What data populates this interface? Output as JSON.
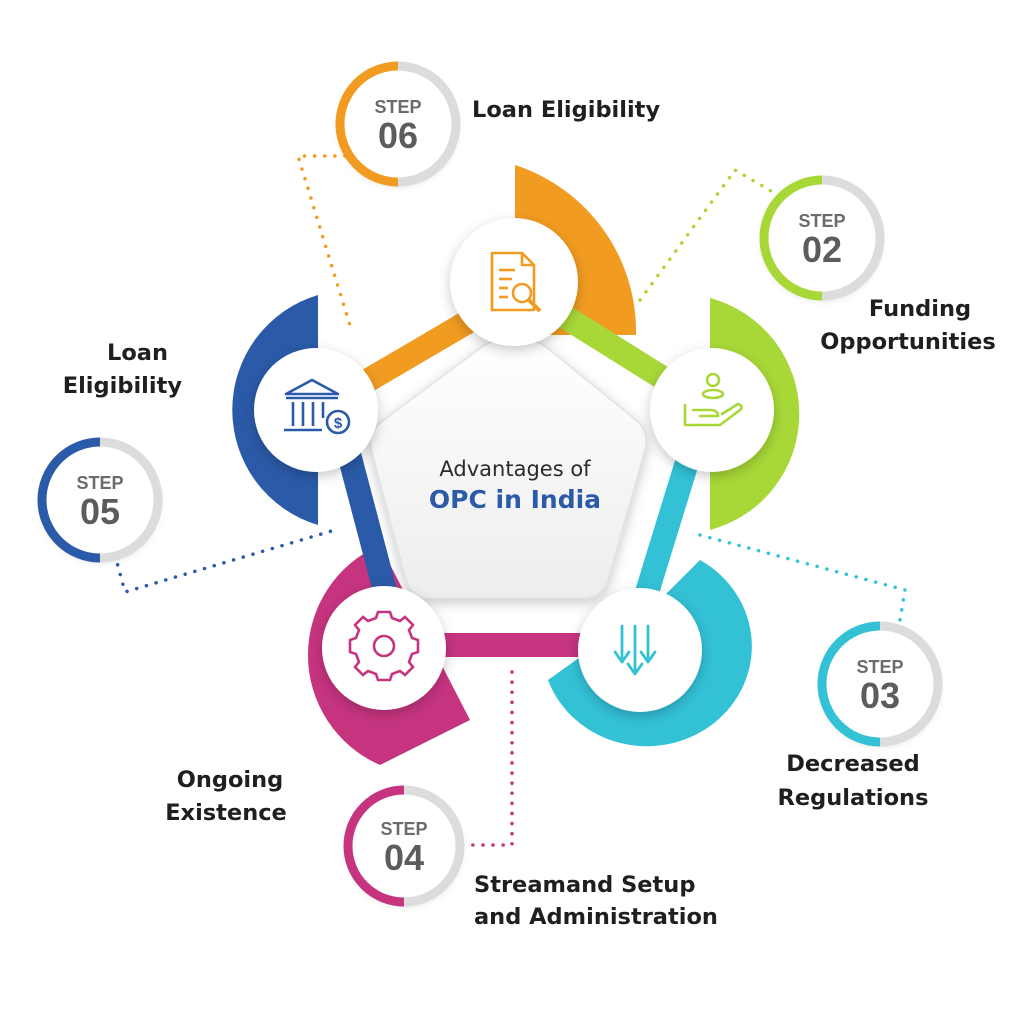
{
  "center": {
    "line1": "Advantages of",
    "line2": "OPC in India"
  },
  "colors": {
    "orange": "#f29b21",
    "lime": "#a8d838",
    "cyan": "#33c1d6",
    "magenta": "#c6347f",
    "blue": "#2a5aa8",
    "center_title": "#2a5aa8"
  },
  "steps": [
    {
      "word": "STEP",
      "number": "02",
      "color": "lime"
    },
    {
      "word": "STEP",
      "number": "03",
      "color": "cyan"
    },
    {
      "word": "STEP",
      "number": "04",
      "color": "magenta"
    },
    {
      "word": "STEP",
      "number": "05",
      "color": "blue"
    },
    {
      "word": "STEP",
      "number": "06",
      "color": "orange"
    }
  ],
  "labels": {
    "step06": [
      "Loan Eligibility"
    ],
    "step02": [
      "Funding",
      "Opportunities"
    ],
    "step03": [
      "Decreased",
      "Regulations"
    ],
    "step04": [
      "Streamand Setup",
      "and Administration"
    ],
    "step05": [
      "Loan",
      "Eligibility"
    ],
    "step_ongoing": [
      "Ongoing",
      "Existence"
    ]
  },
  "icons": [
    {
      "name": "document-search-icon",
      "color": "orange"
    },
    {
      "name": "hand-coin-icon",
      "color": "lime"
    },
    {
      "name": "down-arrows-icon",
      "color": "cyan"
    },
    {
      "name": "gear-icon",
      "color": "magenta"
    },
    {
      "name": "bank-dollar-icon",
      "color": "blue"
    }
  ]
}
